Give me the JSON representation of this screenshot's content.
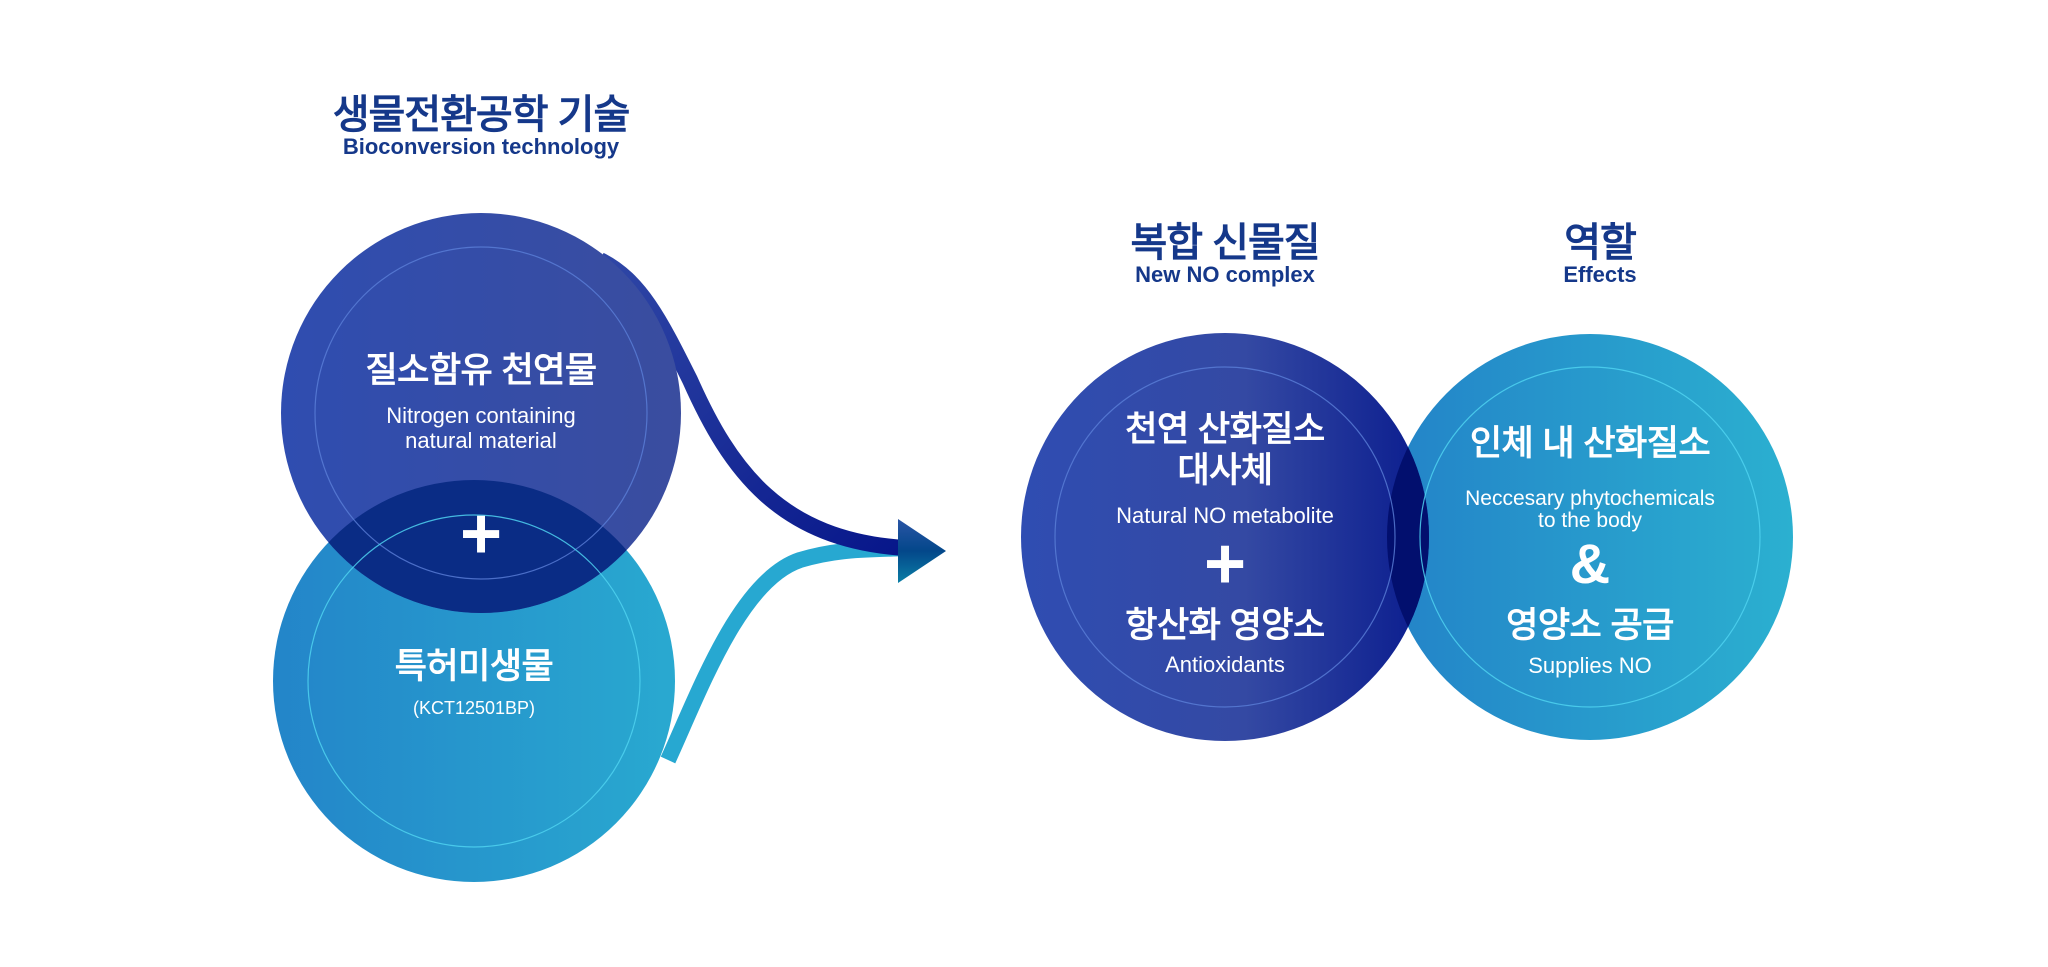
{
  "left_section": {
    "title_ko": "생물전환공학 기술",
    "title_en": "Bioconversion technology",
    "circle_top": {
      "title_ko": "질소함유 천연물",
      "title_en_line1": "Nitrogen containing",
      "title_en_line2": "natural material"
    },
    "plus_symbol": "+",
    "circle_bottom": {
      "title_ko": "특허미생물",
      "code": "(KCT12501BP)"
    }
  },
  "middle_section": {
    "title_ko": "복합 신물질",
    "title_en": "New NO complex",
    "circle": {
      "line1_ko": "천연 산화질소",
      "line2_ko": "대사체",
      "line1_en": "Natural NO metabolite",
      "plus_symbol": "+",
      "line3_ko": "항산화 영양소",
      "line3_en": "Antioxidants"
    }
  },
  "right_section": {
    "title_ko": "역할",
    "title_en": "Effects",
    "circle": {
      "line1_ko": "인체 내 산화질소",
      "line1_en_a": "Neccesary phytochemicals",
      "line1_en_b": "to the body",
      "amp_symbol": "&",
      "line2_ko": "영양소 공급",
      "line2_en": "Supplies NO"
    }
  },
  "colors": {
    "heading": "#15388a",
    "navy_circle_start": "#2f4db0",
    "navy_circle_end": "#3a4d9f",
    "sky_circle_start": "#2385c9",
    "sky_circle_end": "#29a9d0",
    "deep_navy_end": "#0a1c8e",
    "overlap_left": "#0a2c85",
    "overlap_right": "#020f6e",
    "arrow_navy": "#1c339c",
    "arrow_sky": "#27a8d1",
    "arrowhead": "#0d4e8e"
  }
}
